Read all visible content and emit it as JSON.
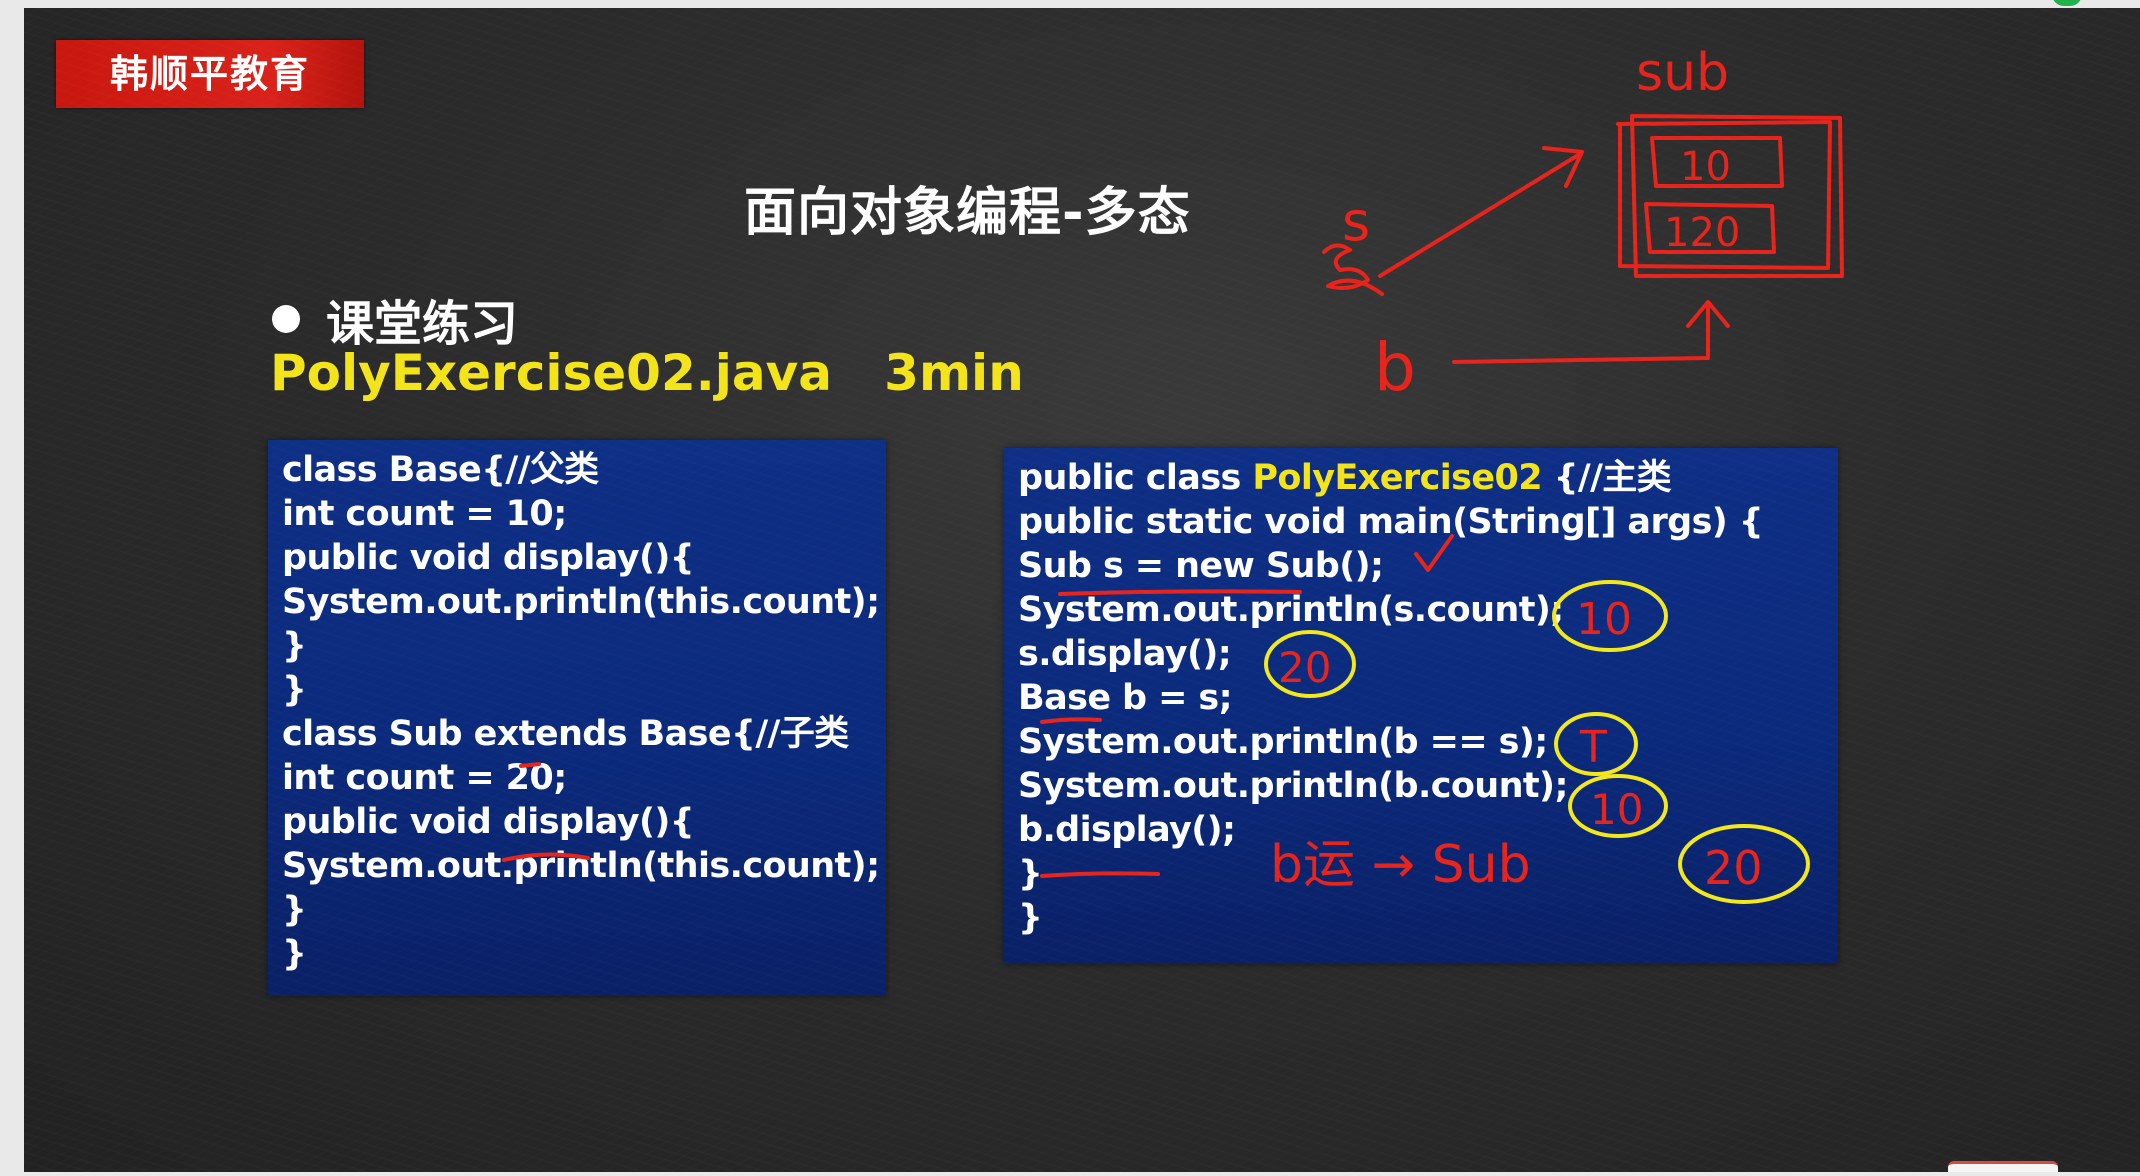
{
  "brand": {
    "logo_text": "韩顺平教育"
  },
  "slide": {
    "title": "面向对象编程-多态",
    "bullet": "课堂练习",
    "subheading": "PolyExercise02.java   3min"
  },
  "code_left": {
    "lines": [
      "class Base{//父类",
      "int count = 10;",
      "public void display(){",
      "System.out.println(this.count);",
      "}",
      "}",
      "class Sub extends Base{//子类",
      "int count = 20;",
      "public void display(){",
      "System.out.println(this.count);",
      "}",
      "}"
    ]
  },
  "code_right": {
    "line0_prefix": "public class ",
    "line0_highlight": "PolyExercise02",
    "line0_suffix": " {//主类",
    "lines": [
      "public static void main(String[] args) {",
      "Sub s = new Sub();",
      "System.out.println(s.count);",
      "s.display();",
      "Base b = s;",
      "System.out.println(b == s);",
      "System.out.println(b.count);",
      "b.display();",
      "}",
      "}"
    ]
  },
  "annotations": {
    "sub_label": "sub",
    "box_value_top": "10",
    "box_value_bottom": "120",
    "ref_s": "s",
    "ref_b": "b",
    "answer_s_count": "10",
    "answer_s_display": "20",
    "answer_b_eq_s": "T",
    "answer_b_count": "10",
    "runtime_note": "b运 → Sub",
    "answer_b_display": "20",
    "colors": {
      "marker_red": "#e8231b",
      "marker_yellow": "#f2e81a",
      "heading_yellow": "#f3e419",
      "code_bg": "#0b2a7c",
      "logo_red": "#d9221a"
    }
  }
}
